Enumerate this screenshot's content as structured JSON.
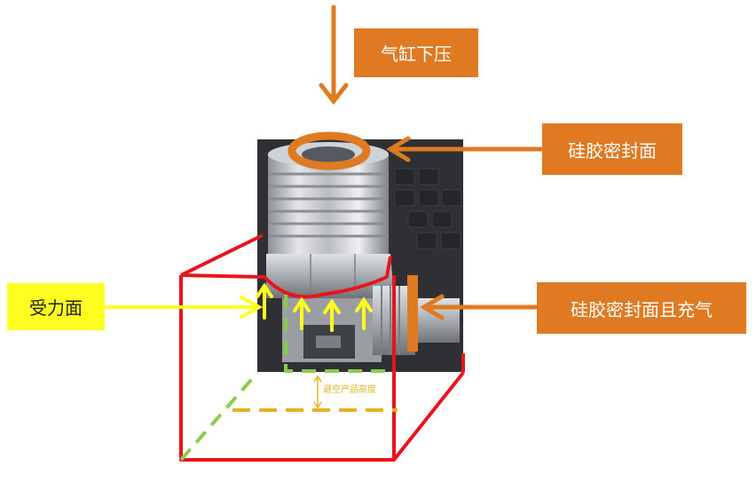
{
  "labels": {
    "cylinder_press": "气缸下压",
    "silicone_seal_face": "硅胶密封面",
    "force_face": "受力面",
    "silicone_seal_inflate": "硅胶密封面且充气",
    "avoid_height": "避空产品高度"
  },
  "colors": {
    "orange": "#E07A22",
    "yellow": "#FFFF22",
    "red": "#E8141B",
    "green": "#8CCB4E",
    "gold": "#E6B422",
    "photo_bg": "#2E3033"
  }
}
